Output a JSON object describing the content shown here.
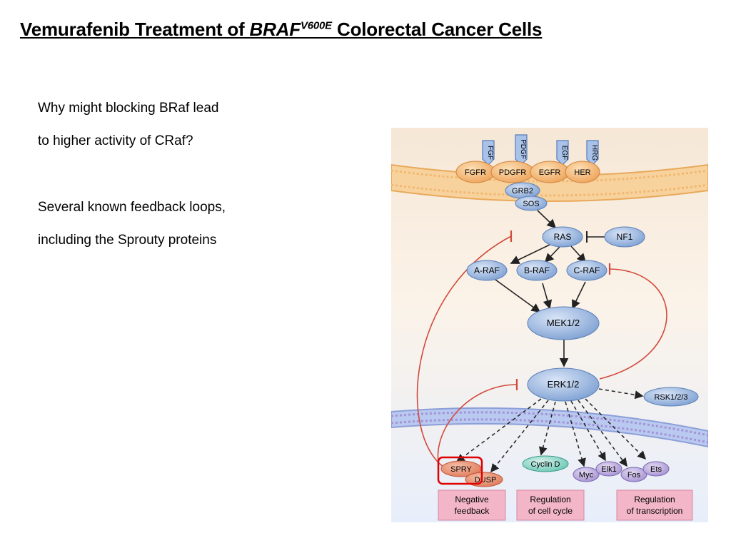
{
  "slide": {
    "title_part1": "Vemurafenib Treatment of ",
    "title_gene": "BRAF",
    "title_sup": "V600E",
    "title_part2": " Colorectal Cancer Cells",
    "question_line1": "Why might blocking BRaf lead",
    "question_line2": "to higher activity of CRaf?",
    "answer_line1": "Several known feedback loops,",
    "answer_line2": "including the Sprouty proteins"
  },
  "diagram": {
    "ligands": [
      "FGF",
      "PDGF",
      "EGF",
      "HRG"
    ],
    "receptors": [
      "FGFR",
      "PDGFR",
      "EGFR",
      "HER"
    ],
    "adaptors": [
      "GRB2",
      "SOS"
    ],
    "ras": "RAS",
    "nf1": "NF1",
    "rafs": [
      "A-RAF",
      "B-RAF",
      "C-RAF"
    ],
    "mek": "MEK1/2",
    "erk": "ERK1/2",
    "rsk": "RSK1/2/3",
    "targets": {
      "spry": "SPRY",
      "dusp": "DUSP",
      "cyclin": "Cyclin D",
      "myc": "Myc",
      "elk": "Elk1",
      "fos": "Fos",
      "ets": "Ets"
    },
    "boxes": {
      "neg_1": "Negative",
      "neg_2": "feedback",
      "cycle_1": "Regulation",
      "cycle_2": "of cell cycle",
      "trans_1": "Regulation",
      "trans_2": "of transcription"
    },
    "colors": {
      "membrane": "#f5c98a",
      "nucleus": "#b9c9f0",
      "protein": "#8fb0de",
      "receptor": "#f3b26a",
      "inhibit_line": "#d24a3c",
      "highlight_box": "#e00000",
      "label_box": "#f2b6c8"
    }
  }
}
